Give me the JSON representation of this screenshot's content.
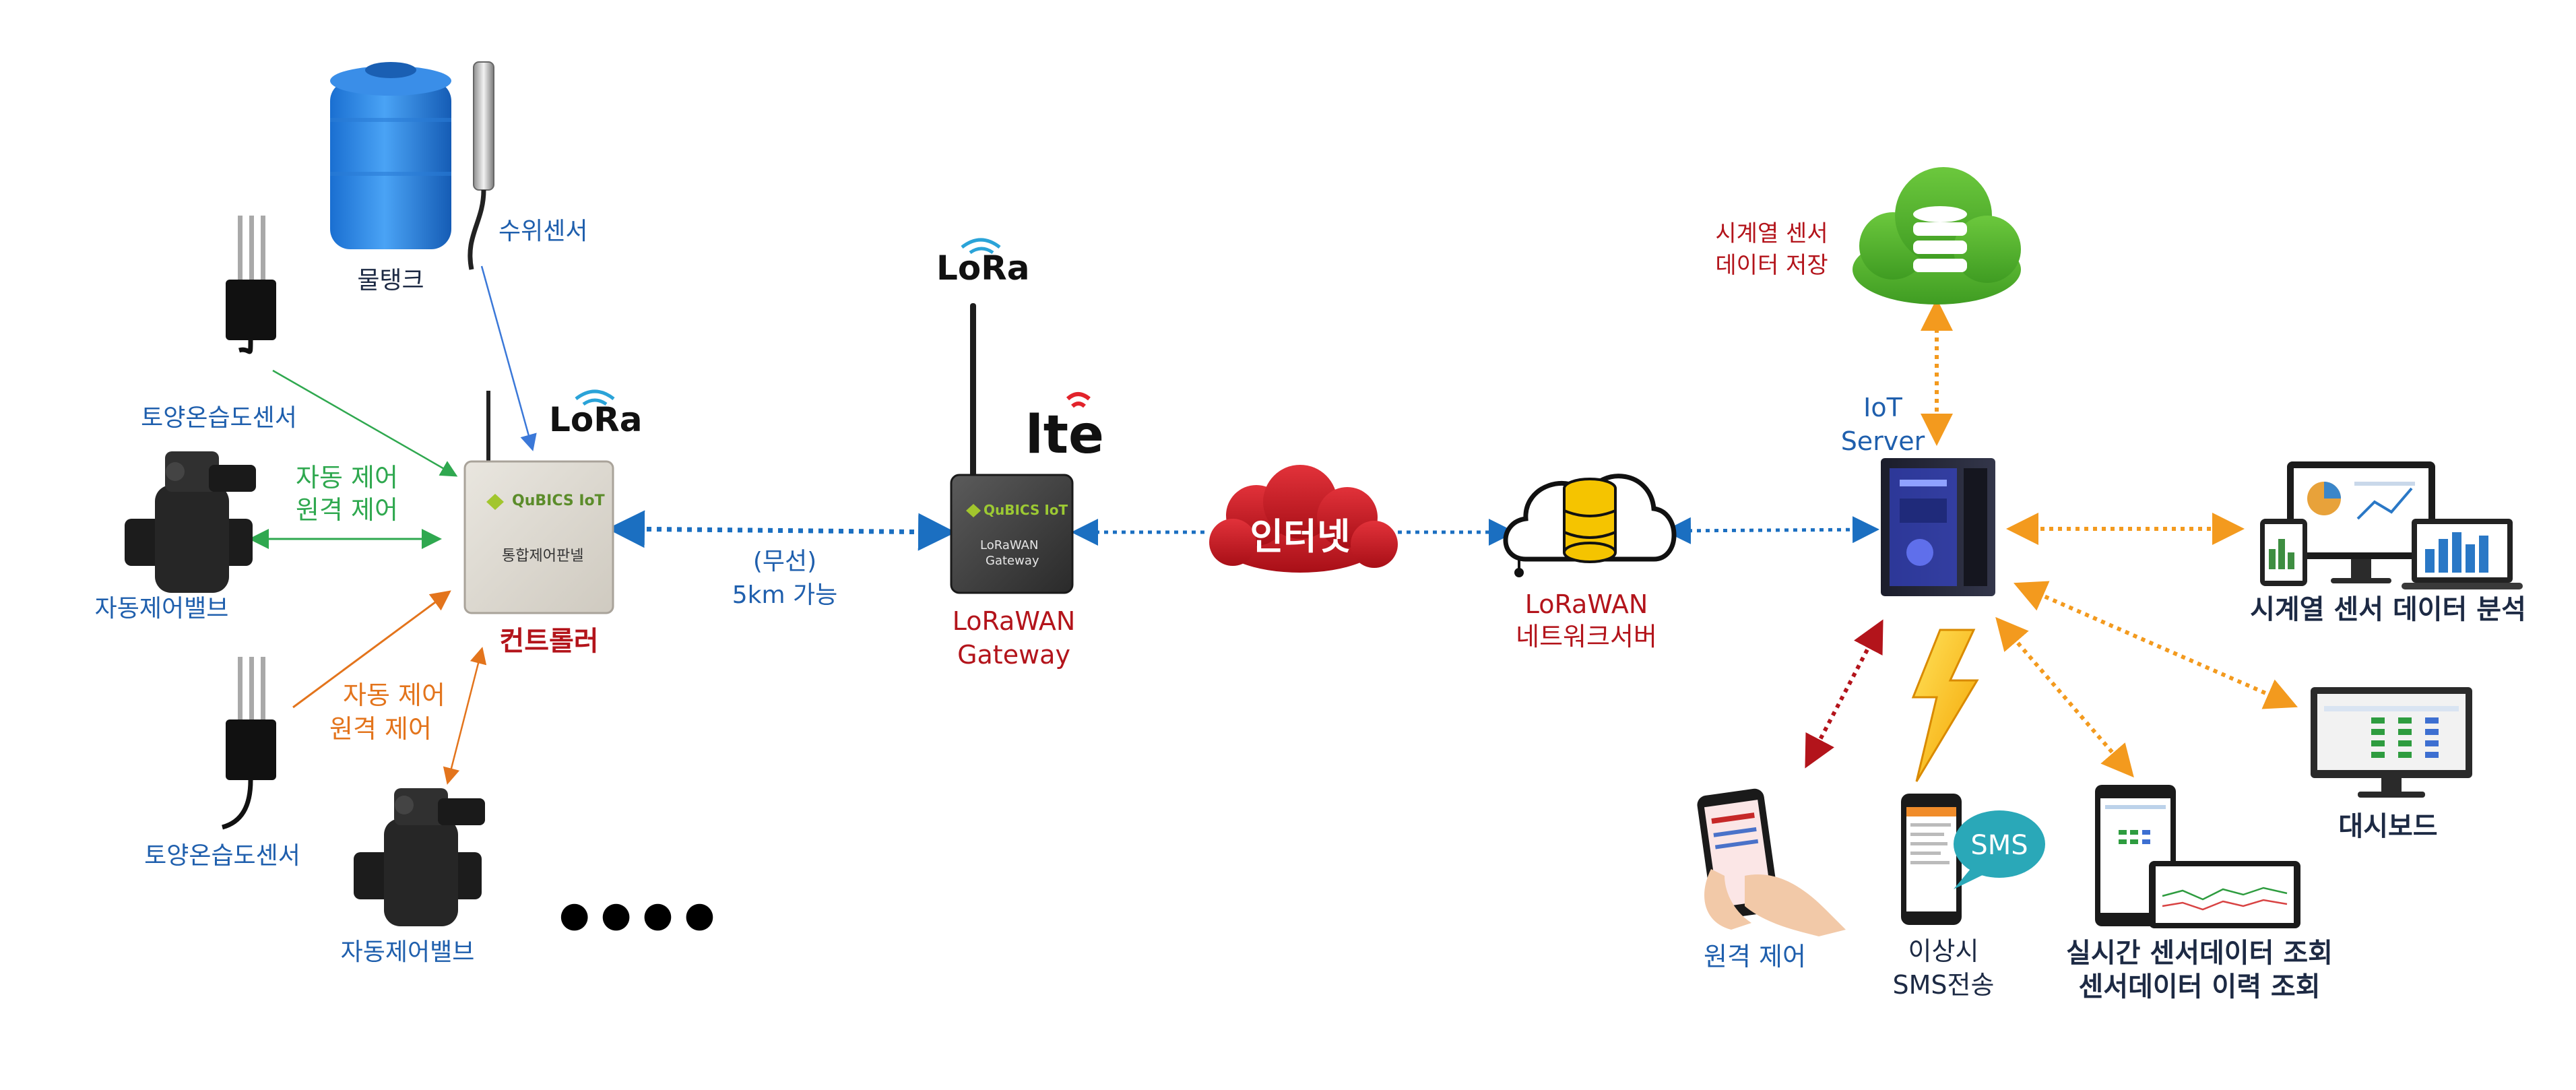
{
  "labels": {
    "water_tank": "물탱크",
    "water_level_sensor": "수위센서",
    "soil_sensor_1": "토양온습도센서",
    "soil_sensor_2": "토양온습도센서",
    "valve_1": "자동제어밸브",
    "valve_2": "자동제어밸브",
    "green_ctrl_1": "자동 제어",
    "green_ctrl_2": "원격 제어",
    "orange_ctrl_1": "자동 제어",
    "orange_ctrl_2": "원격 제어",
    "controller": "컨트롤러",
    "controller_brand": "QuBICS IoT",
    "controller_panel": "통합제어판넬",
    "lora_logo_1": "LoRa",
    "lora_logo_2": "LoRa",
    "lte_logo": "lte",
    "wireless_1": "(무선)",
    "wireless_2": "5km 가능",
    "gateway_brand": "QuBICS IoT",
    "gateway_text_1": "LoRaWAN",
    "gateway_text_2": "Gateway",
    "gateway_1": "LoRaWAN",
    "gateway_2": "Gateway",
    "internet": "인터넷",
    "netserver_1": "LoRaWAN",
    "netserver_2": "네트워크서버",
    "storage_1": "시계열 센서",
    "storage_2": "데이터 저장",
    "iot_1": "IoT",
    "iot_2": "Server",
    "analysis": "시계열 센서 데이터 분석",
    "dashboard": "대시보드",
    "remote_control": "원격 제어",
    "sms_bubble": "SMS",
    "sms_1": "이상시",
    "sms_2": "SMS전송",
    "realtime_1": "실시간 센서데이터 조회",
    "realtime_2": "센서데이터 이력 조회",
    "more": "● ● ● ●"
  },
  "colors": {
    "blue_label": "#1f5fad",
    "dark_label": "#1d2a44",
    "red_label": "#b3141b",
    "green_arrow": "#2fa84f",
    "orange_arrow": "#f39a1e",
    "blue_dotted": "#1b6fc1",
    "red_dotted": "#b3141b",
    "cloud_red": "#c8151f",
    "cloud_green": "#4caf2b"
  }
}
